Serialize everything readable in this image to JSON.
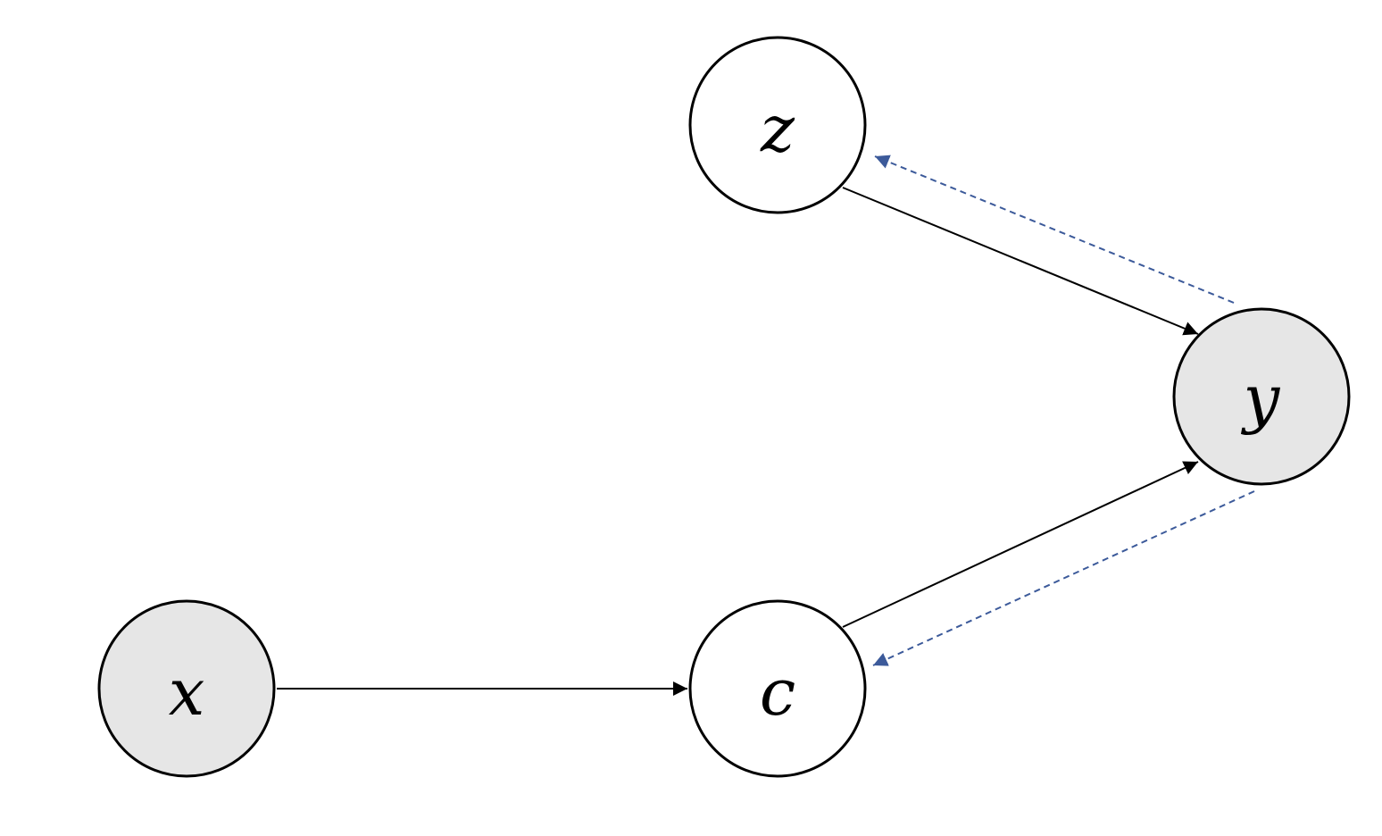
{
  "colors": {
    "observed_fill": "#e6e6e6",
    "latent_fill": "#ffffff",
    "node_stroke": "#000000",
    "edge_solid": "#000000",
    "edge_dashed": "#3c5a9a"
  },
  "nodes": [
    {
      "id": "z",
      "label": "z",
      "observed": false
    },
    {
      "id": "y",
      "label": "y",
      "observed": true
    },
    {
      "id": "x",
      "label": "x",
      "observed": true
    },
    {
      "id": "c",
      "label": "c",
      "observed": false
    }
  ],
  "edges": [
    {
      "from": "x",
      "to": "c",
      "style": "solid"
    },
    {
      "from": "z",
      "to": "y",
      "style": "solid"
    },
    {
      "from": "c",
      "to": "y",
      "style": "solid"
    },
    {
      "from": "y",
      "to": "z",
      "style": "dashed"
    },
    {
      "from": "y",
      "to": "c",
      "style": "dashed"
    }
  ]
}
